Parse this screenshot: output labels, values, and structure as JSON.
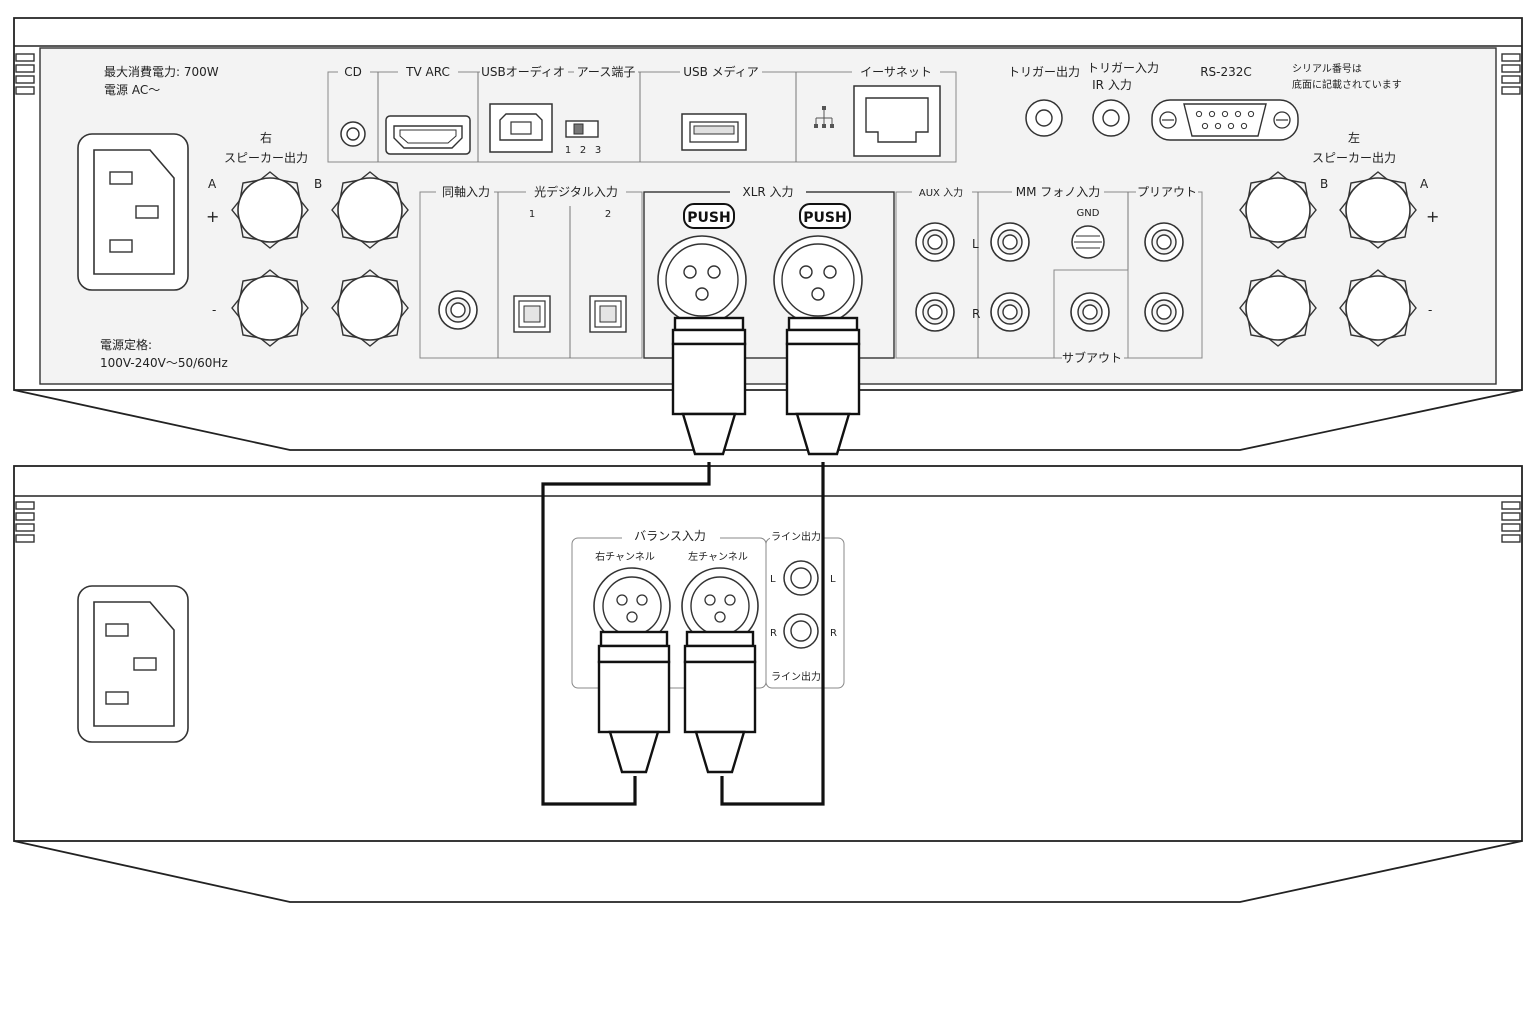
{
  "amp": {
    "max_power": "最大消費電力: 700W",
    "power_ac": "電源 AC〜",
    "power_rating_1": "電源定格:",
    "power_rating_2": "100V-240V〜50/60Hz",
    "right_speaker_1": "右",
    "right_speaker_2": "スピーカー出力",
    "left_speaker_1": "左",
    "left_speaker_2": "スピーカー出力",
    "label_a": "A",
    "label_b": "B",
    "label_plus": "+",
    "label_minus": "-",
    "cd": "CD",
    "tv_arc": "TV ARC",
    "usb_audio": "USBオーディオ",
    "earth": "アース端子",
    "earth_pos_1": "1",
    "earth_pos_2": "2",
    "earth_pos_3": "3",
    "usb_media": "USB メディア",
    "ethernet": "イーサネット",
    "trigger_out": "トリガー出力",
    "trigger_in_1": "トリガー入力",
    "trigger_in_2": "IR 入力",
    "rs232c": "RS-232C",
    "serial_1": "シリアル番号は",
    "serial_2": "底面に記載されています",
    "coax_in": "同軸入力",
    "optical_in": "光デジタル入力",
    "optical_1": "1",
    "optical_2": "2",
    "xlr_in": "XLR 入力",
    "push": "PUSH",
    "aux_in": "AUX 入力",
    "mm_phono": "MM フォノ入力",
    "gnd": "GND",
    "pre_out": "プリアウト",
    "sub_out": "サブアウト",
    "label_l": "L",
    "label_r": "R"
  },
  "source": {
    "balanced_in": "バランス入力",
    "right_channel": "右チャンネル",
    "left_channel": "左チャンネル",
    "line_out": "ライン出力",
    "label_l": "L",
    "label_r": "R"
  }
}
